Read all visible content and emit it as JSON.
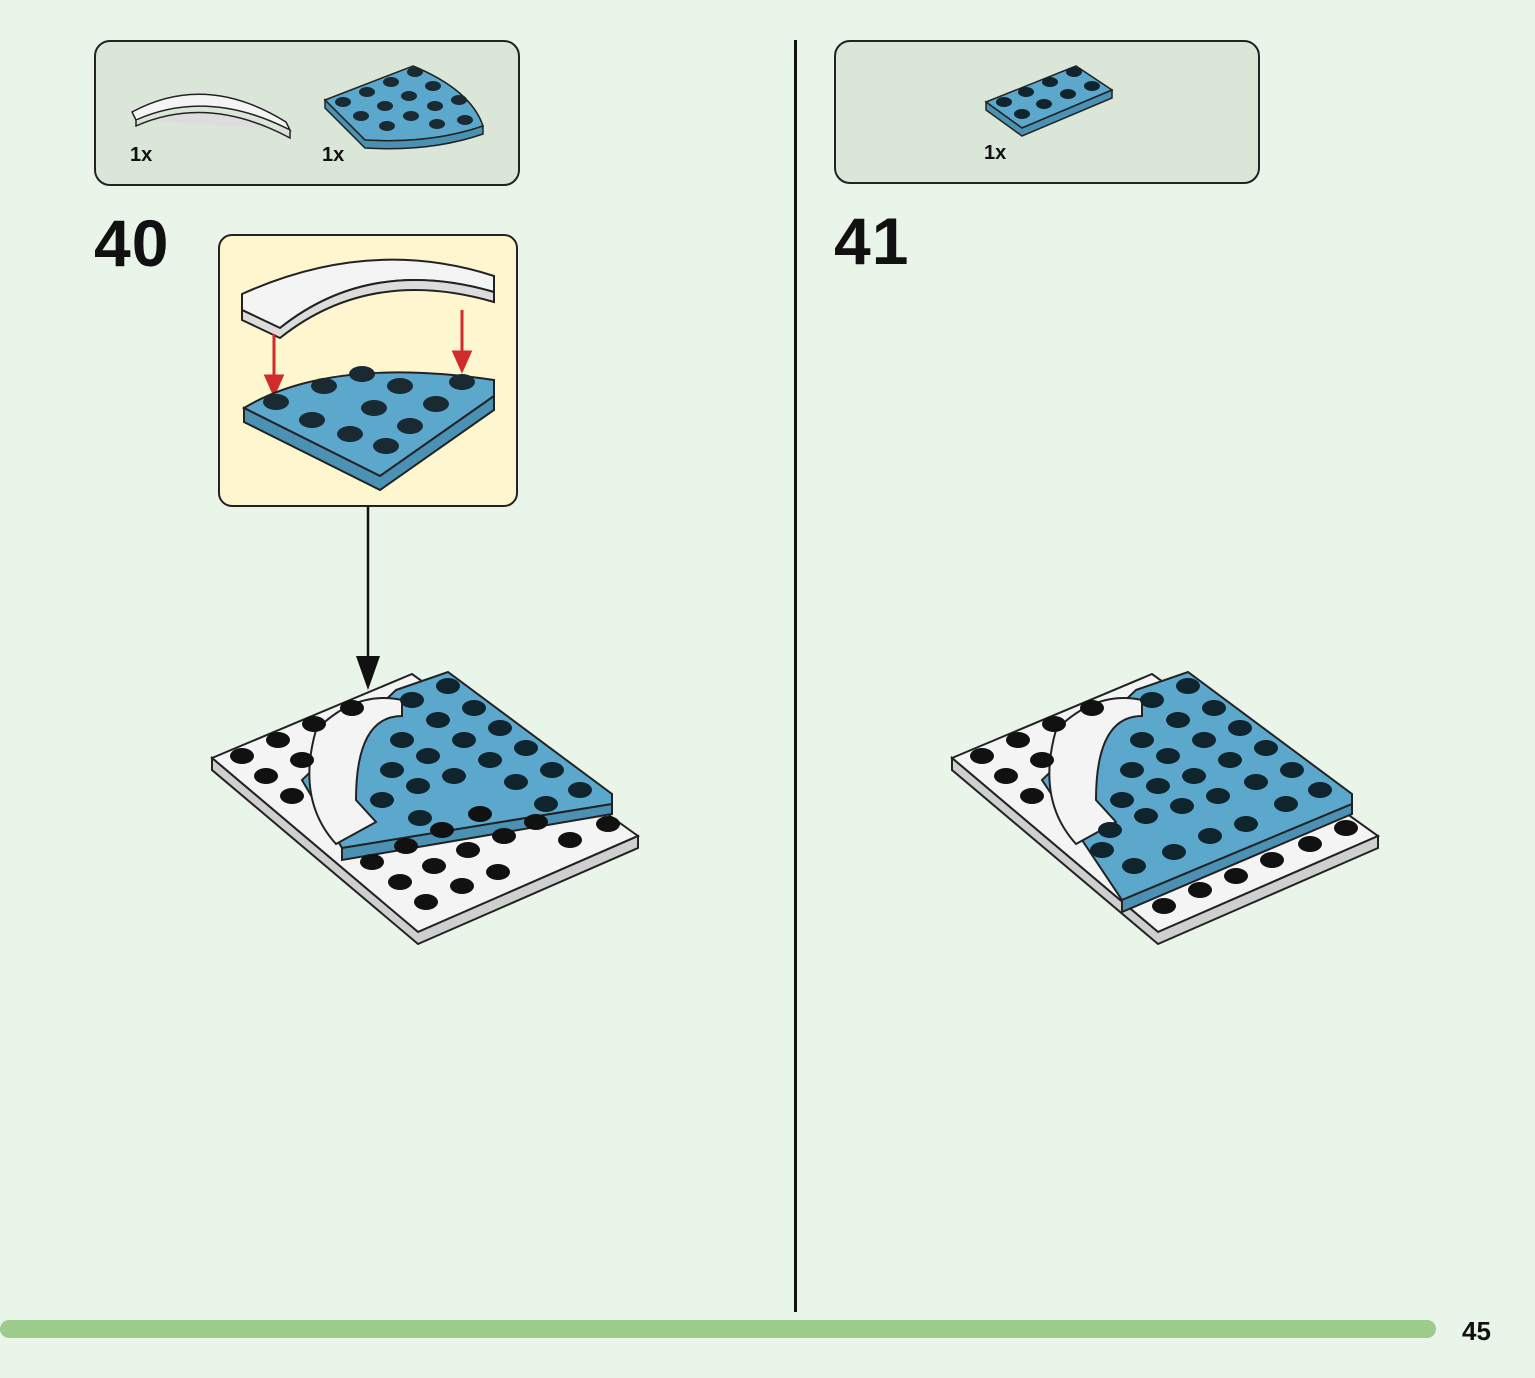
{
  "colors": {
    "background": "#eaf5ea",
    "parts_box": "#d9e6d8",
    "callout": "#fdf6cf",
    "brick_blue": "#5ba8cc",
    "brick_white": "#f4f4f4",
    "arrow_red": "#d22b2b",
    "progress": "#9ccb8c"
  },
  "steps": [
    {
      "number": "40",
      "parts": [
        {
          "icon": "curved-white-tile-icon",
          "quantity": "1x"
        },
        {
          "icon": "blue-round-corner-plate-icon",
          "quantity": "1x"
        }
      ]
    },
    {
      "number": "41",
      "parts": [
        {
          "icon": "blue-plate-2x4-icon",
          "quantity": "1x"
        }
      ]
    }
  ],
  "footer": {
    "page_number": "45",
    "progress": 0.935
  }
}
